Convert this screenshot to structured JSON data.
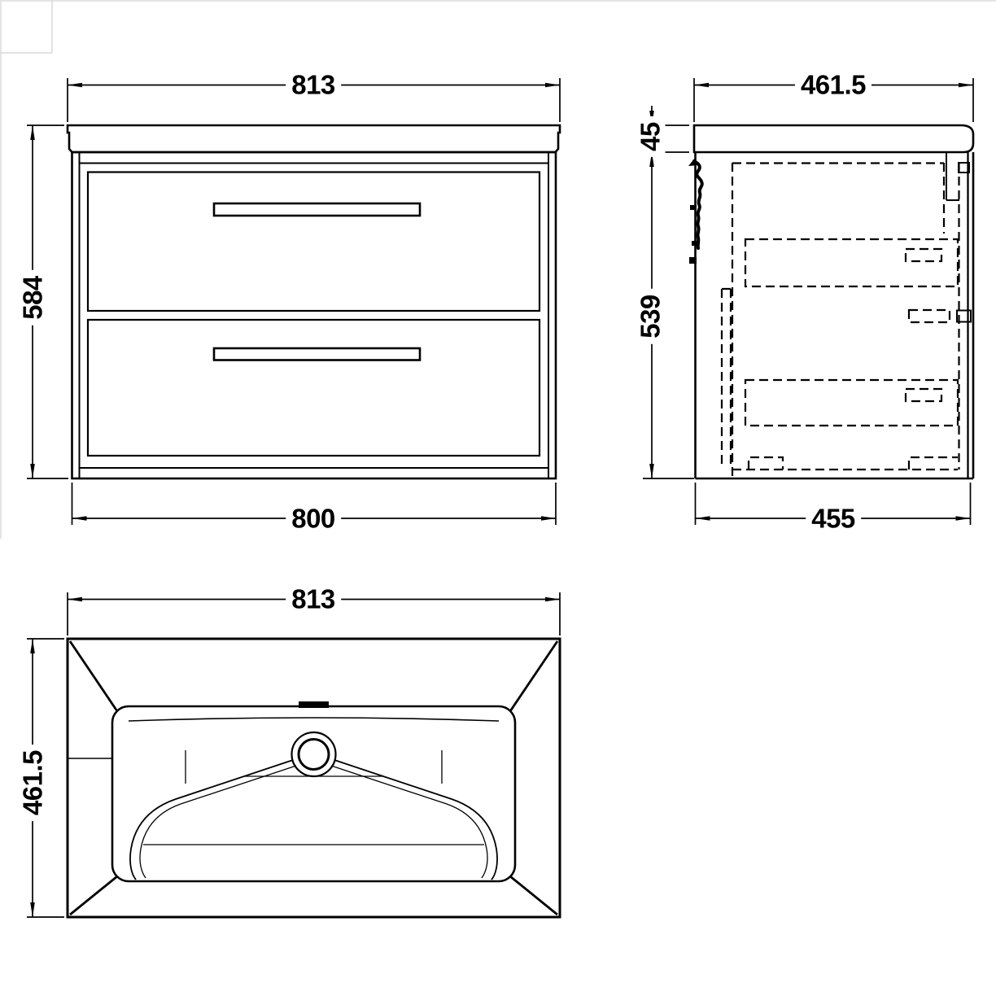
{
  "page": {
    "background": "#ffffff",
    "line_color": "#000000",
    "artifact_color": "#d9d9d9"
  },
  "views": {
    "front": {
      "dim_width_top": "813",
      "dim_height": "584",
      "dim_width_bottom": "800"
    },
    "side": {
      "dim_depth_top": "461.5",
      "dim_top_thickness": "45",
      "dim_body_height": "539",
      "dim_depth_bottom": "455"
    },
    "plan": {
      "dim_width": "813",
      "dim_depth": "461.5"
    }
  }
}
